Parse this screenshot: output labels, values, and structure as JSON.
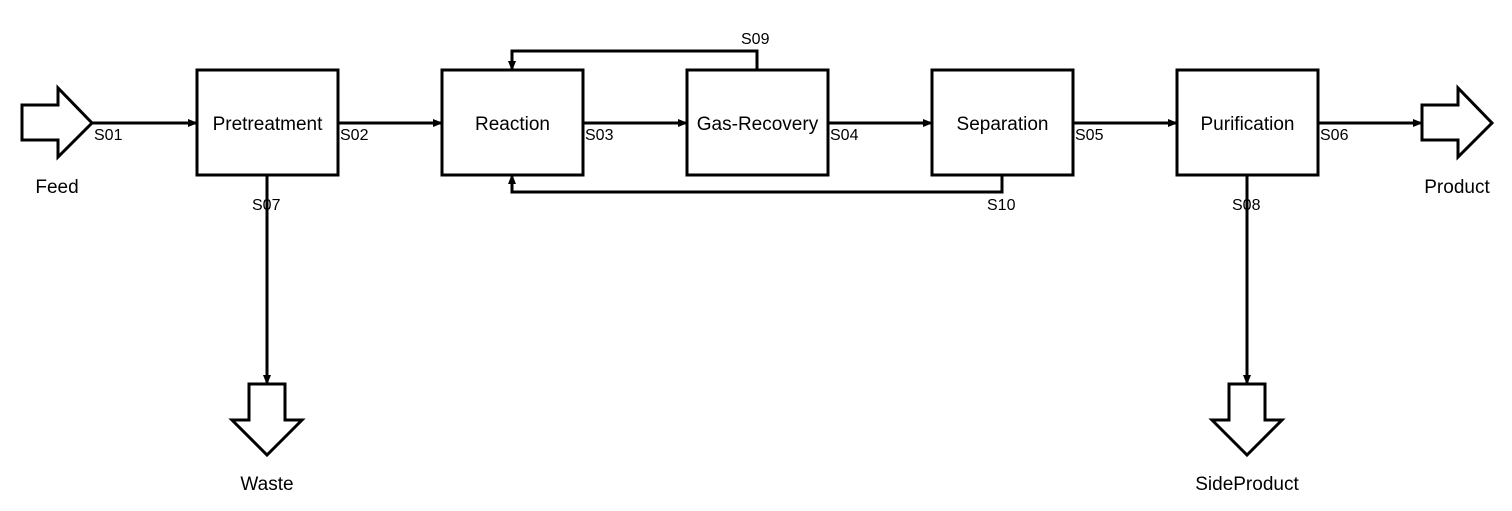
{
  "units": {
    "pretreatment": "Pretreatment",
    "reaction": "Reaction",
    "gas_recovery": "Gas-Recovery",
    "separation": "Separation",
    "purification": "Purification"
  },
  "streams": {
    "s01": "S01",
    "s02": "S02",
    "s03": "S03",
    "s04": "S04",
    "s05": "S05",
    "s06": "S06",
    "s07": "S07",
    "s08": "S08",
    "s09": "S09",
    "s10": "S10"
  },
  "terminals": {
    "feed": "Feed",
    "product": "Product",
    "waste": "Waste",
    "side_product": "SideProduct"
  }
}
